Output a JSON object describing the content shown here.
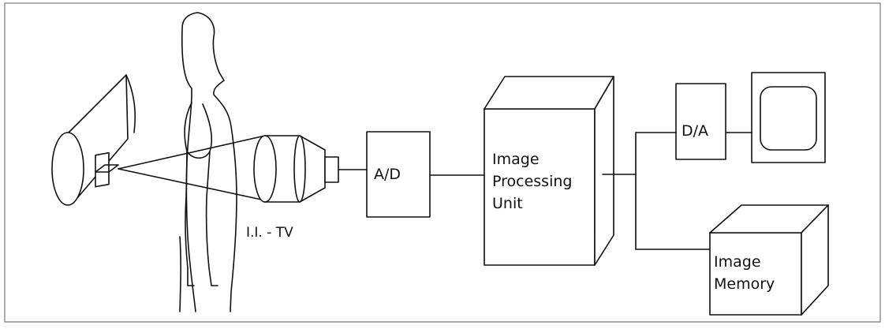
{
  "labels": {
    "ii_tv": "I.I. - TV",
    "ad": "A/D",
    "ipu_line1": "Image",
    "ipu_line2": "Processing",
    "ipu_line3": "Unit",
    "da": "D/A",
    "mem_line1": "Image",
    "mem_line2": "Memory"
  }
}
